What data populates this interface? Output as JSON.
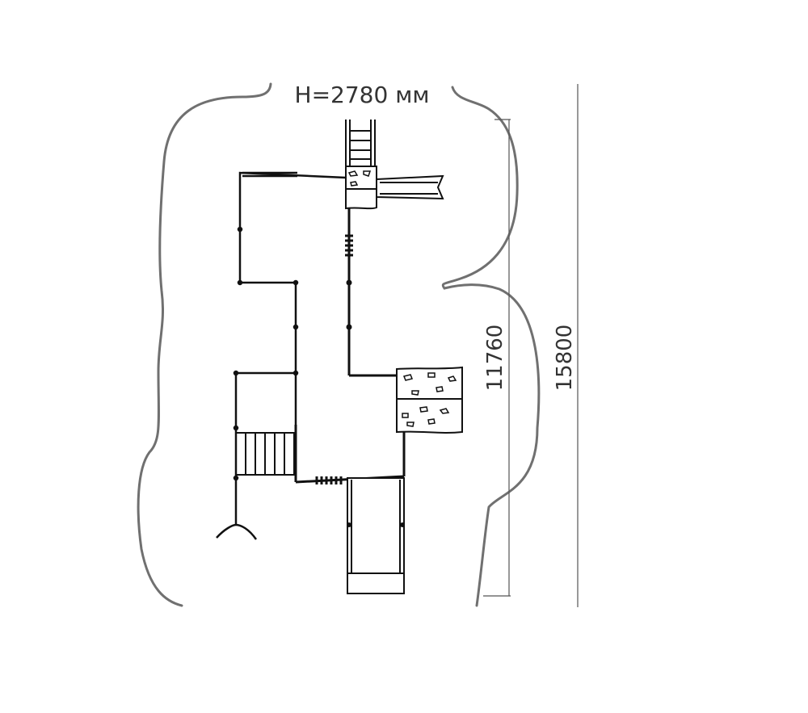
{
  "drawing": {
    "height_label": "H=2780 мм",
    "dim_inner": "11760",
    "dim_outer": "15800"
  },
  "colors": {
    "safety_zone": "#707070",
    "lines": "#111111",
    "dim_text": "#333333"
  }
}
